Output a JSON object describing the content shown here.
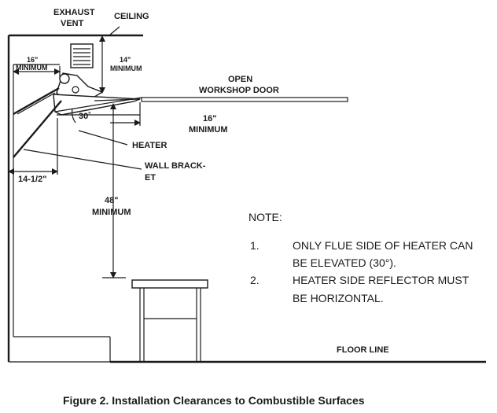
{
  "labels": {
    "exhaust_line1": "EXHAUST",
    "exhaust_line2": "VENT",
    "ceiling": "CEILING",
    "wall_min_value": "16\"",
    "wall_min_word": "MINIMUM",
    "ceiling_min_value": "14\"",
    "ceiling_min_word": "MINIMUM",
    "door_line1": "OPEN",
    "door_line2": "WORKSHOP DOOR",
    "angle": "30˚",
    "door_min_value": "16\"",
    "door_min_word": "MINIMUM",
    "heater": "HEATER",
    "bracket_line1": "WALL BRACK-",
    "bracket_line2": "ET",
    "bracket_offset": "14-1/2\"",
    "floor_min_value": "48\"",
    "floor_min_word": "MINIMUM",
    "floor_line": "FLOOR LINE"
  },
  "note": {
    "title": "NOTE:",
    "items": [
      {
        "num": "1.",
        "line1": "ONLY FLUE SIDE OF HEATER CAN",
        "line2": "BE ELEVATED (30°)."
      },
      {
        "num": "2.",
        "line1": "HEATER SIDE REFLECTOR MUST",
        "line2": "BE HORIZONTAL."
      }
    ]
  },
  "caption": "Figure 2. Installation Clearances to Combustible Surfaces"
}
